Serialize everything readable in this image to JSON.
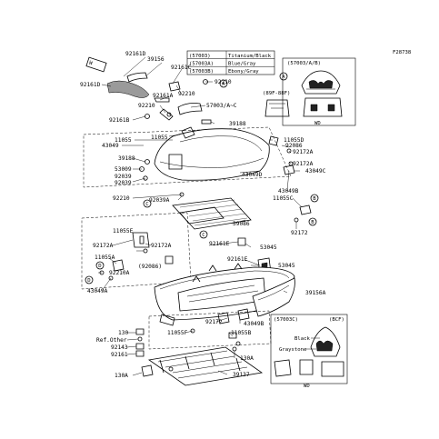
{
  "figure_id": "F28738",
  "legend": {
    "rows": [
      {
        "code": "(57003)",
        "desc": "Titanium/Black"
      },
      {
        "code": "(57003A)",
        "desc": "Blue/Gray"
      },
      {
        "code": "(57003B)",
        "desc": "Ebony/Gray"
      }
    ]
  },
  "insets": {
    "top_right": {
      "title": "(57003/A/B)",
      "sub": "(89F-88F)",
      "footer": "WD"
    },
    "bottom_right": {
      "title": "(57003C)",
      "tag": "(BCF)",
      "opt1": "Black",
      "opt2": "Graystone",
      "footer": "WD"
    }
  },
  "callouts": {
    "c1": "A",
    "c2": "B",
    "c3": "C",
    "c4": "D",
    "c5": "A",
    "c6": "B",
    "c7": "C",
    "c8": "D"
  },
  "labels": {
    "l92161D_top": "92161D",
    "l39156_top": "39156",
    "l92161D_left": "92161D",
    "l92161C": "92161C",
    "l92210_a": "92210",
    "l92210_b": "92210",
    "l92161A": "92161A",
    "l92210_c": "92210",
    "l57003AC": "57003/A~C",
    "l92161B": "92161B",
    "l39188_a": "39188",
    "l11055_a": "11055",
    "l11055_b": "11055",
    "l43049_a": "43049",
    "l11055D": "11055D",
    "l92086_a": "92086",
    "l92172A_a": "92172A",
    "l39188_b": "39188",
    "l53009": "53009",
    "l92039_a": "92039",
    "l92039_b": "92039",
    "l92172A_b": "92172A",
    "l43049C": "43049C",
    "l43049D": "43049D",
    "l43049B_a": "43049B",
    "l92210_d": "92210",
    "l92039A": "92039A",
    "l11055C": "11055C",
    "l39086": "39086",
    "l92172_a": "92172",
    "l11055E": "11055E",
    "l92172A_c": "92172A",
    "l92172A_d": "92172A",
    "l92161E_a": "92161E",
    "l53045_a": "53045",
    "l92161E_b": "92161E",
    "l53045_b": "53045",
    "l11055A": "11055A",
    "l92086_b": "(92086)",
    "l92210A": "92210A",
    "l43049A": "43049A",
    "l39156A": "39156A",
    "l130_a": "130",
    "l RefOther": "Ref.Other",
    "lRefOther": "Ref.Other",
    "l92143": "92143",
    "l92161": "92161",
    "l92172_b": "92172",
    "l43049B_b": "43049B",
    "l11055B": "11055B",
    "l11055F": "11055F",
    "l130A_a": "130A",
    "l39137": "39137",
    "l130A_b": "130A"
  },
  "colors": {
    "ink": "#000000",
    "paper": "#ffffff",
    "fill_dark": "#222222",
    "fill_grey": "#9a9a9a"
  }
}
